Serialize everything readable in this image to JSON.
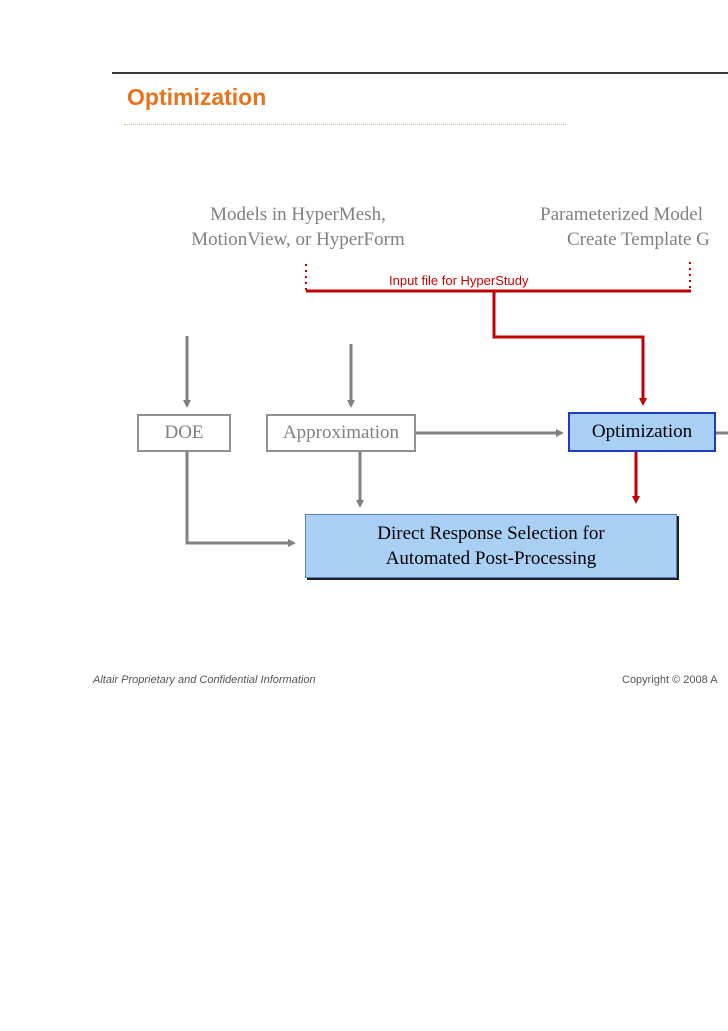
{
  "slide": {
    "title": "Optimization"
  },
  "sources": {
    "left_line1": "Models in HyperMesh,",
    "left_line2": "MotionView, or HyperForm",
    "right_line1": "Parameterized Model",
    "right_line2": "Create Template G"
  },
  "input_label": "Input file for HyperStudy",
  "boxes": {
    "doe": "DOE",
    "approximation": "Approximation",
    "optimization": "Optimization",
    "drs_line1": "Direct Response Selection for",
    "drs_line2": "Automated Post-Processing"
  },
  "footer": {
    "left": "Altair Proprietary and Confidential Information",
    "right": "Copyright © 2008 A"
  },
  "colors": {
    "title": "#e8731c",
    "red_arrow": "#c00000",
    "gray_arrow": "#808080",
    "box_fill": "#a9cff5",
    "optimization_border": "#1a3cc8"
  }
}
